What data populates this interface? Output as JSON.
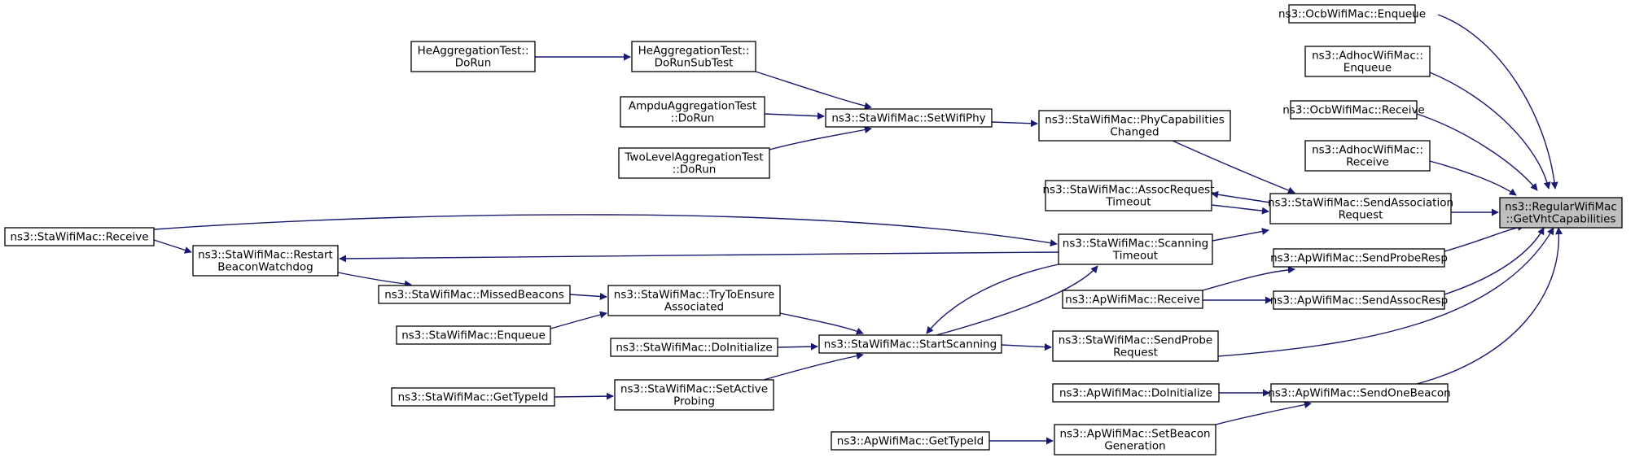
{
  "colors": {
    "edge": "#191970",
    "focus_fill": "#bfbfbf",
    "node_fill": "#ffffff",
    "node_stroke": "#000000"
  },
  "nodes": [
    {
      "id": "focus",
      "lines": [
        "ns3::RegularWifiMac",
        "::GetVhtCapabilities"
      ],
      "focus": true
    },
    {
      "id": "ocb_enqueue",
      "lines": [
        "ns3::OcbWifiMac::Enqueue"
      ]
    },
    {
      "id": "adhoc_enqueue",
      "lines": [
        "ns3::AdhocWifiMac::",
        "Enqueue"
      ]
    },
    {
      "id": "ocb_receive",
      "lines": [
        "ns3::OcbWifiMac::Receive"
      ]
    },
    {
      "id": "adhoc_receive",
      "lines": [
        "ns3::AdhocWifiMac::",
        "Receive"
      ]
    },
    {
      "id": "sta_sendassoc",
      "lines": [
        "ns3::StaWifiMac::SendAssociation",
        "Request"
      ]
    },
    {
      "id": "ap_sendproberesp",
      "lines": [
        "ns3::ApWifiMac::SendProbeResp"
      ]
    },
    {
      "id": "ap_sendassocresp",
      "lines": [
        "ns3::ApWifiMac::SendAssocResp"
      ]
    },
    {
      "id": "sta_sendprobereq",
      "lines": [
        "ns3::StaWifiMac::SendProbe",
        "Request"
      ]
    },
    {
      "id": "ap_sendonebeacon",
      "lines": [
        "ns3::ApWifiMac::SendOneBeacon"
      ]
    },
    {
      "id": "sta_phycap",
      "lines": [
        "ns3::StaWifiMac::PhyCapabilities",
        "Changed"
      ]
    },
    {
      "id": "sta_assoctimeout",
      "lines": [
        "ns3::StaWifiMac::AssocRequest",
        "Timeout"
      ]
    },
    {
      "id": "sta_scantimeout",
      "lines": [
        "ns3::StaWifiMac::Scanning",
        "Timeout"
      ]
    },
    {
      "id": "ap_receive",
      "lines": [
        "ns3::ApWifiMac::Receive"
      ]
    },
    {
      "id": "ap_doinit",
      "lines": [
        "ns3::ApWifiMac::DoInitialize"
      ]
    },
    {
      "id": "ap_setbeacon",
      "lines": [
        "ns3::ApWifiMac::SetBeacon",
        "Generation"
      ]
    },
    {
      "id": "sta_setwifiphy",
      "lines": [
        "ns3::StaWifiMac::SetWifiPhy"
      ]
    },
    {
      "id": "he_dorunsub",
      "lines": [
        "HeAggregationTest::",
        "DoRunSubTest"
      ]
    },
    {
      "id": "he_dorun",
      "lines": [
        "HeAggregationTest::",
        "DoRun"
      ]
    },
    {
      "id": "ampdu_dorun",
      "lines": [
        "AmpduAggregationTest",
        "::DoRun"
      ]
    },
    {
      "id": "twolevel_dorun",
      "lines": [
        "TwoLevelAggregationTest",
        "::DoRun"
      ]
    },
    {
      "id": "sta_startscan",
      "lines": [
        "ns3::StaWifiMac::StartScanning"
      ]
    },
    {
      "id": "sta_trytoensure",
      "lines": [
        "ns3::StaWifiMac::TryToEnsure",
        "Associated"
      ]
    },
    {
      "id": "sta_doinit",
      "lines": [
        "ns3::StaWifiMac::DoInitialize"
      ]
    },
    {
      "id": "sta_setactive",
      "lines": [
        "ns3::StaWifiMac::SetActive",
        "Probing"
      ]
    },
    {
      "id": "sta_missedbeacons",
      "lines": [
        "ns3::StaWifiMac::MissedBeacons"
      ]
    },
    {
      "id": "sta_enqueue",
      "lines": [
        "ns3::StaWifiMac::Enqueue"
      ]
    },
    {
      "id": "sta_restart",
      "lines": [
        "ns3::StaWifiMac::Restart",
        "BeaconWatchdog"
      ]
    },
    {
      "id": "sta_receive",
      "lines": [
        "ns3::StaWifiMac::Receive"
      ]
    },
    {
      "id": "sta_gettypeid",
      "lines": [
        "ns3::StaWifiMac::GetTypeId"
      ]
    },
    {
      "id": "ap_gettypeid",
      "lines": [
        "ns3::ApWifiMac::GetTypeId"
      ]
    }
  ],
  "edges": [
    {
      "from": "ocb_enqueue",
      "to": "focus"
    },
    {
      "from": "adhoc_enqueue",
      "to": "focus"
    },
    {
      "from": "ocb_receive",
      "to": "focus"
    },
    {
      "from": "adhoc_receive",
      "to": "focus"
    },
    {
      "from": "sta_sendassoc",
      "to": "focus"
    },
    {
      "from": "ap_sendproberesp",
      "to": "focus"
    },
    {
      "from": "ap_sendassocresp",
      "to": "focus"
    },
    {
      "from": "sta_sendprobereq",
      "to": "focus"
    },
    {
      "from": "ap_sendonebeacon",
      "to": "focus"
    },
    {
      "from": "sta_phycap",
      "to": "sta_sendassoc"
    },
    {
      "from": "sta_sendassoc",
      "to": "sta_assoctimeout"
    },
    {
      "from": "sta_assoctimeout",
      "to": "sta_sendassoc"
    },
    {
      "from": "sta_scantimeout",
      "to": "sta_sendassoc"
    },
    {
      "from": "ap_receive",
      "to": "ap_sendproberesp"
    },
    {
      "from": "ap_receive",
      "to": "ap_sendassocresp"
    },
    {
      "from": "sta_startscan",
      "to": "sta_sendprobereq"
    },
    {
      "from": "ap_doinit",
      "to": "ap_sendonebeacon"
    },
    {
      "from": "ap_setbeacon",
      "to": "ap_sendonebeacon"
    },
    {
      "from": "sta_setwifiphy",
      "to": "sta_phycap"
    },
    {
      "from": "he_dorunsub",
      "to": "sta_setwifiphy"
    },
    {
      "from": "ampdu_dorun",
      "to": "sta_setwifiphy"
    },
    {
      "from": "twolevel_dorun",
      "to": "sta_setwifiphy"
    },
    {
      "from": "he_dorun",
      "to": "he_dorunsub"
    },
    {
      "from": "sta_receive",
      "to": "sta_scantimeout"
    },
    {
      "from": "sta_scantimeout",
      "to": "sta_restart"
    },
    {
      "from": "sta_startscan",
      "to": "sta_scantimeout"
    },
    {
      "from": "sta_scantimeout",
      "to": "sta_startscan"
    },
    {
      "from": "sta_trytoensure",
      "to": "sta_startscan"
    },
    {
      "from": "sta_doinit",
      "to": "sta_startscan"
    },
    {
      "from": "sta_setactive",
      "to": "sta_startscan"
    },
    {
      "from": "sta_missedbeacons",
      "to": "sta_trytoensure"
    },
    {
      "from": "sta_enqueue",
      "to": "sta_trytoensure"
    },
    {
      "from": "sta_restart",
      "to": "sta_missedbeacons"
    },
    {
      "from": "sta_receive",
      "to": "sta_restart"
    },
    {
      "from": "sta_gettypeid",
      "to": "sta_setactive"
    },
    {
      "from": "ap_gettypeid",
      "to": "ap_setbeacon"
    }
  ]
}
